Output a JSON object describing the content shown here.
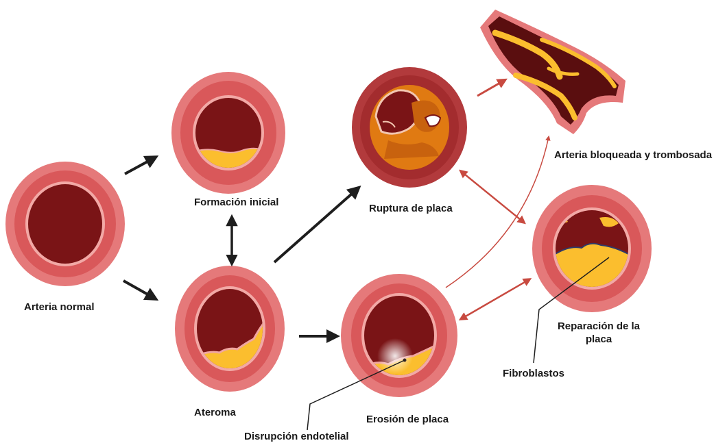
{
  "labels": {
    "normal": "Arteria normal",
    "initial": "Formación inicial",
    "atheroma": "Ateroma",
    "rupture": "Ruptura de placa",
    "blocked": "Arteria bloqueada y trombosada",
    "erosion": "Erosión de placa",
    "repair_line1": "Reparación de la",
    "repair_line2": "placa",
    "fibroblasts": "Fibroblastos",
    "endothelial": "Disrupción endotelial"
  },
  "colors": {
    "outer_wall": "#e5797a",
    "wall": "#d9585a",
    "intima": "#f2a9a6",
    "lumen": "#7a1416",
    "plaque": "#fbbe2e",
    "thrombus": "#e07a12",
    "black_arrow": "#1e1e1e",
    "red_arrow": "#c84a40"
  }
}
